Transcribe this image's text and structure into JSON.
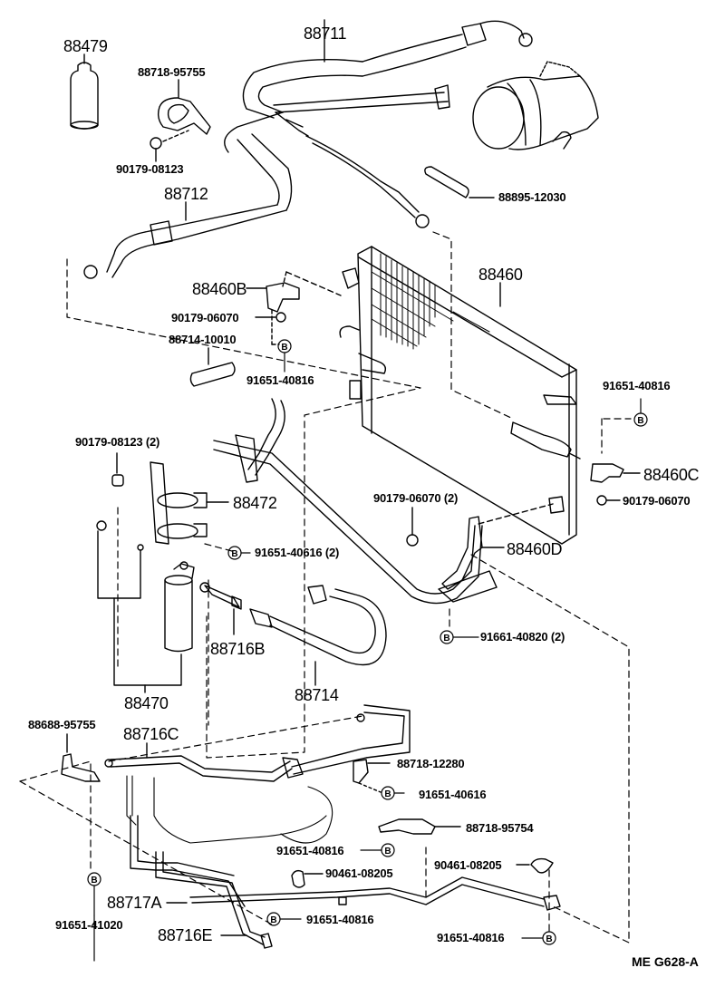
{
  "diagram": {
    "title_code": "ME  G628-A",
    "accent_color": "#000000",
    "background_color": "#ffffff",
    "bolt_marker_letter": "B",
    "parts": [
      {
        "id": "p88479",
        "label": "88479",
        "desc": "cap/boot"
      },
      {
        "id": "p88711",
        "label": "88711",
        "desc": "discharge hose"
      },
      {
        "id": "p88718_95755",
        "label": "88718-95755",
        "desc": "clamp"
      },
      {
        "id": "p90179_08123_a",
        "label": "90179-08123",
        "desc": "nut"
      },
      {
        "id": "p88712",
        "label": "88712",
        "desc": "suction hose"
      },
      {
        "id": "p88895_12030",
        "label": "88895-12030",
        "desc": "bolt/sleeve"
      },
      {
        "id": "p88460",
        "label": "88460",
        "desc": "condenser"
      },
      {
        "id": "p88460B",
        "label": "88460B",
        "desc": "bracket"
      },
      {
        "id": "p90179_06070_a",
        "label": "90179-06070",
        "desc": "nut"
      },
      {
        "id": "p88714_10010",
        "label": "88714-10010",
        "desc": "insulator"
      },
      {
        "id": "p91651_40816_a",
        "label": "91651-40816",
        "desc": "bolt"
      },
      {
        "id": "p91651_40816_b",
        "label": "91651-40816",
        "desc": "bolt"
      },
      {
        "id": "p90179_08123_b",
        "label": "90179-08123 (2)",
        "desc": "nut"
      },
      {
        "id": "p88472",
        "label": "88472",
        "desc": "receiver bracket"
      },
      {
        "id": "p90179_06070_b",
        "label": "90179-06070 (2)",
        "desc": "nut"
      },
      {
        "id": "p88460C",
        "label": "88460C",
        "desc": "bracket"
      },
      {
        "id": "p90179_06070_c",
        "label": "90179-06070",
        "desc": "nut"
      },
      {
        "id": "p91651_40616_a",
        "label": "91651-40616 (2)",
        "desc": "bolt"
      },
      {
        "id": "p88460D",
        "label": "88460D",
        "desc": "bracket"
      },
      {
        "id": "p91661_40820",
        "label": "91661-40820 (2)",
        "desc": "bolt"
      },
      {
        "id": "p88716B",
        "label": "88716B",
        "desc": "tube"
      },
      {
        "id": "p88470",
        "label": "88470",
        "desc": "receiver"
      },
      {
        "id": "p88714",
        "label": "88714",
        "desc": "hose"
      },
      {
        "id": "p88688_95755",
        "label": "88688-95755",
        "desc": "clamp"
      },
      {
        "id": "p88716C",
        "label": "88716C",
        "desc": "tube"
      },
      {
        "id": "p88718_12280",
        "label": "88718-12280",
        "desc": "clamp"
      },
      {
        "id": "p91651_40616_b",
        "label": "91651-40616",
        "desc": "bolt"
      },
      {
        "id": "p88718_95754",
        "label": "88718-95754",
        "desc": "clamp"
      },
      {
        "id": "p91651_40816_c",
        "label": "91651-40816",
        "desc": "bolt"
      },
      {
        "id": "p90461_08205_a",
        "label": "90461-08205",
        "desc": "clamp"
      },
      {
        "id": "p90461_08205_b",
        "label": "90461-08205",
        "desc": "clamp"
      },
      {
        "id": "p91651_41020",
        "label": "91651-41020",
        "desc": "bolt"
      },
      {
        "id": "p88717A",
        "label": "88717A",
        "desc": "tube"
      },
      {
        "id": "p91651_40816_d",
        "label": "91651-40816",
        "desc": "bolt"
      },
      {
        "id": "p88716E",
        "label": "88716E",
        "desc": "tube"
      },
      {
        "id": "p91651_40816_e",
        "label": "91651-40816",
        "desc": "bolt"
      }
    ]
  }
}
